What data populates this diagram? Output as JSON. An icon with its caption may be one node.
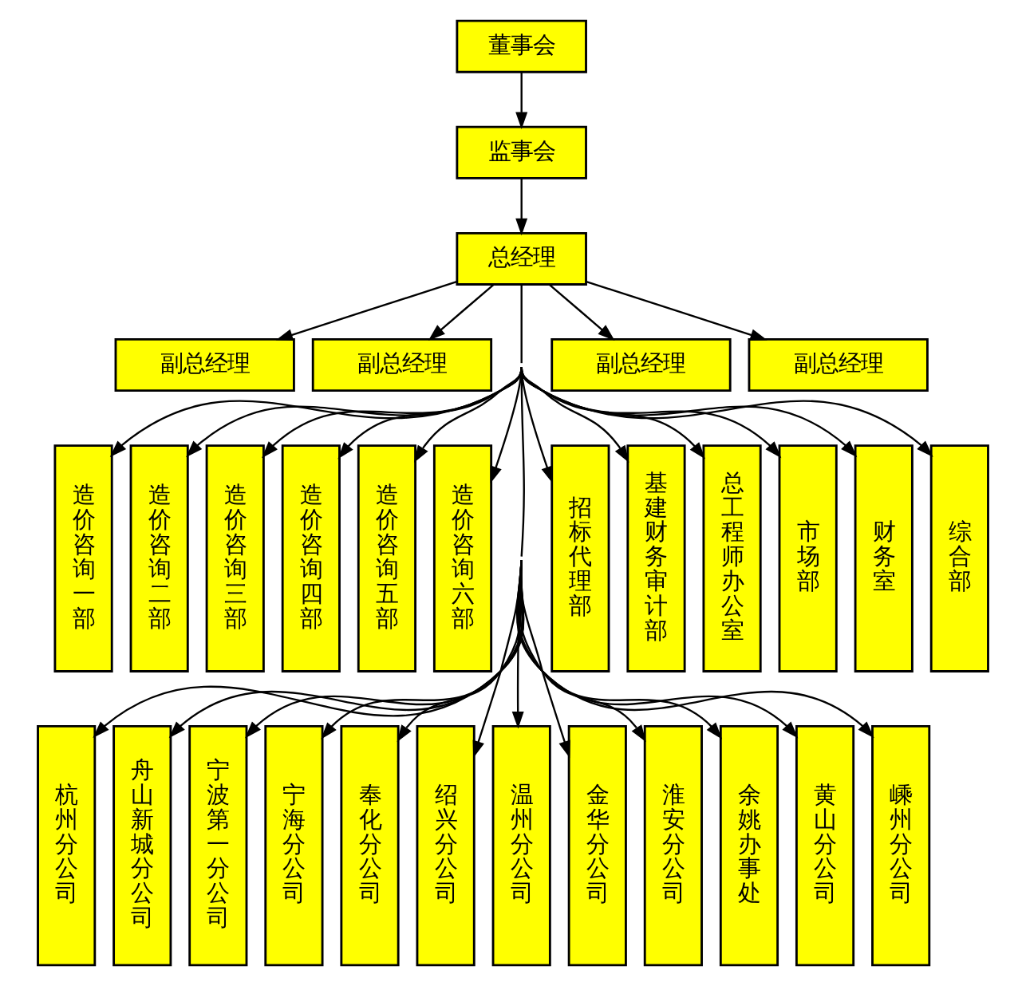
{
  "diagram": {
    "nodes": [
      {
        "text": [
          "董事会"
        ]
      },
      {
        "text": [
          "监事会"
        ]
      },
      {
        "text": [
          "总经理"
        ]
      },
      {
        "text": [
          "副总经理"
        ]
      },
      {
        "text": [
          "副总经理"
        ]
      },
      {
        "text": [
          "副总经理"
        ]
      },
      {
        "text": [
          "副总经理"
        ]
      },
      {
        "text": [
          "造价咨询一部"
        ]
      },
      {
        "text": [
          "造价咨询二部"
        ]
      },
      {
        "text": [
          "造价咨询三部"
        ]
      },
      {
        "text": [
          "造价咨询四部"
        ]
      },
      {
        "text": [
          "造价咨询五部"
        ]
      },
      {
        "text": [
          "造价咨询六部"
        ]
      },
      {
        "text": [
          "招标代理部"
        ]
      },
      {
        "text": [
          "基建财务审计部"
        ]
      },
      {
        "text": [
          "总工程师办公室"
        ]
      },
      {
        "text": [
          "市场部"
        ]
      },
      {
        "text": [
          "财务室"
        ]
      },
      {
        "text": [
          "综合部"
        ]
      },
      {
        "text": [
          "杭州分公司"
        ]
      },
      {
        "text": [
          "舟山新城分公司"
        ]
      },
      {
        "text": [
          "宁波第一分公司"
        ]
      },
      {
        "text": [
          "宁海分公司"
        ]
      },
      {
        "text": [
          "奉化分公司"
        ]
      },
      {
        "text": [
          "绍兴分公司"
        ]
      },
      {
        "text": [
          "温州分公司"
        ]
      },
      {
        "text": [
          "金华分公司"
        ]
      },
      {
        "text": [
          "淮安分公司"
        ]
      },
      {
        "text": [
          "余姚办事处"
        ]
      },
      {
        "text": [
          "黄山分公司"
        ]
      },
      {
        "text": [
          "嵊州分公司"
        ]
      }
    ],
    "edges": [
      {
        "from": 0,
        "to": 1,
        "arrow": "to"
      },
      {
        "from": 1,
        "to": 2,
        "arrow": "to"
      },
      {
        "from": 2,
        "to": 3,
        "arrow": "to"
      },
      {
        "from": 2,
        "to": 4,
        "arrow": "to"
      },
      {
        "from": 2,
        "to": 7,
        "arrow": "to"
      },
      {
        "from": 2,
        "to": 8,
        "arrow": "to"
      },
      {
        "from": 2,
        "to": 9,
        "arrow": "to"
      },
      {
        "from": 2,
        "to": 10,
        "arrow": "to"
      },
      {
        "from": 2,
        "to": 11,
        "arrow": "to"
      },
      {
        "from": 2,
        "to": 12,
        "arrow": "to"
      },
      {
        "from": 2,
        "to": 19,
        "arrow": "to"
      },
      {
        "from": 2,
        "to": 20,
        "arrow": "to"
      },
      {
        "from": 2,
        "to": 21,
        "arrow": "to"
      },
      {
        "from": 2,
        "to": 22,
        "arrow": "to"
      },
      {
        "from": 2,
        "to": 23,
        "arrow": "to"
      },
      {
        "from": 2,
        "to": 24,
        "arrow": "to"
      },
      {
        "from": 2,
        "to": 25,
        "arrow": "to"
      },
      {
        "from": 2,
        "to": 26,
        "arrow": "to"
      },
      {
        "from": 2,
        "to": 27,
        "arrow": "to"
      },
      {
        "from": 2,
        "to": 28,
        "arrow": "to"
      },
      {
        "from": 2,
        "to": 29,
        "arrow": "to"
      },
      {
        "from": 2,
        "to": 30,
        "arrow": "to"
      },
      {
        "from": 2,
        "to": 13,
        "arrow": "to"
      },
      {
        "from": 2,
        "to": 14,
        "arrow": "to"
      },
      {
        "from": 2,
        "to": 15,
        "arrow": "to"
      },
      {
        "from": 2,
        "to": 16,
        "arrow": "to"
      },
      {
        "from": 2,
        "to": 17,
        "arrow": "to"
      },
      {
        "from": 2,
        "to": 18,
        "arrow": "to"
      },
      {
        "from": 2,
        "to": 5,
        "arrow": "to"
      },
      {
        "from": 2,
        "to": 6,
        "arrow": "to"
      }
    ]
  }
}
